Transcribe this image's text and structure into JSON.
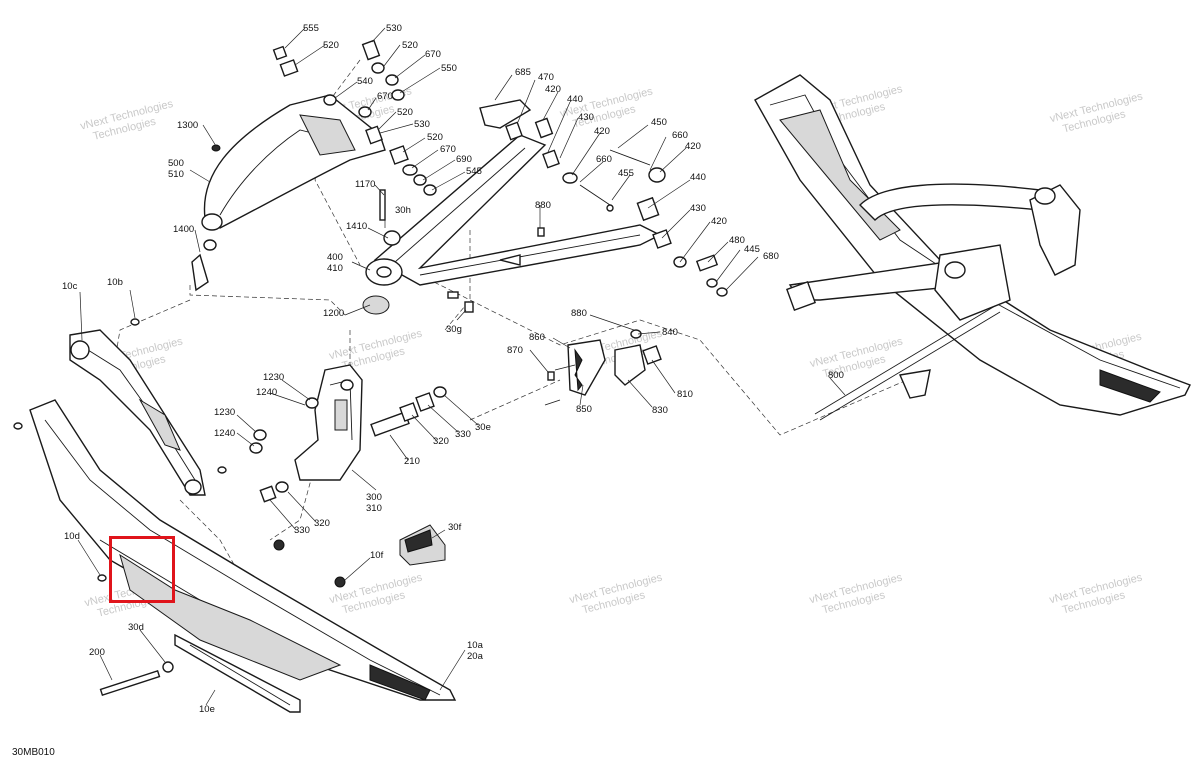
{
  "diagram": {
    "code": "30MB010",
    "watermark": "vNext Technologies",
    "highlight_color": "#e0141b",
    "part_numbers": [
      "555",
      "520",
      "530",
      "520",
      "670",
      "550",
      "540",
      "670",
      "520",
      "1300",
      "530",
      "520",
      "670",
      "690",
      "545",
      "500",
      "510",
      "685",
      "470",
      "420",
      "440",
      "430",
      "450",
      "420",
      "660",
      "420",
      "455",
      "660",
      "440",
      "430",
      "420",
      "480",
      "445",
      "680",
      "1170",
      "30h",
      "1410",
      "880",
      "1400",
      "400",
      "410",
      "30g",
      "1200",
      "10c",
      "10b",
      "880",
      "860",
      "870",
      "840",
      "810",
      "850",
      "830",
      "1230",
      "1240",
      "1230",
      "1240",
      "210",
      "320",
      "330",
      "30e",
      "300",
      "310",
      "330",
      "320",
      "30f",
      "10f",
      "10d",
      "30d",
      "200",
      "10e",
      "10a",
      "20a",
      "800"
    ]
  }
}
